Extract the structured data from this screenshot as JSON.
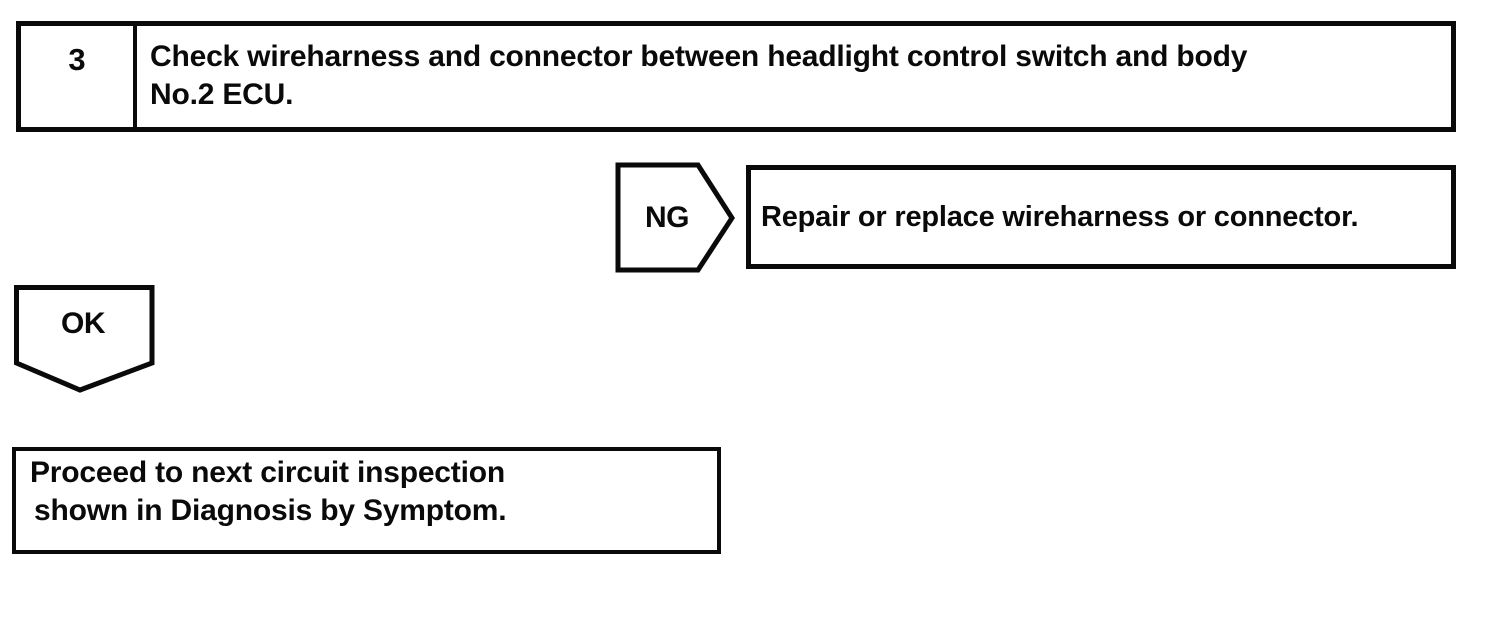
{
  "palette": {
    "ink": "#0a0a0a",
    "paper": "#ffffff"
  },
  "flowchart": {
    "step": {
      "number": "3",
      "instruction_line1": "Check wireharness and connector between headlight control switch and body",
      "instruction_line2": "No.2 ECU."
    },
    "ng_branch": {
      "label": "NG",
      "action": "Repair or replace wireharness or connector."
    },
    "ok_branch": {
      "label": "OK",
      "result_line1": "Proceed to next circuit inspection",
      "result_line2": "shown in Diagnosis by Symptom."
    }
  }
}
